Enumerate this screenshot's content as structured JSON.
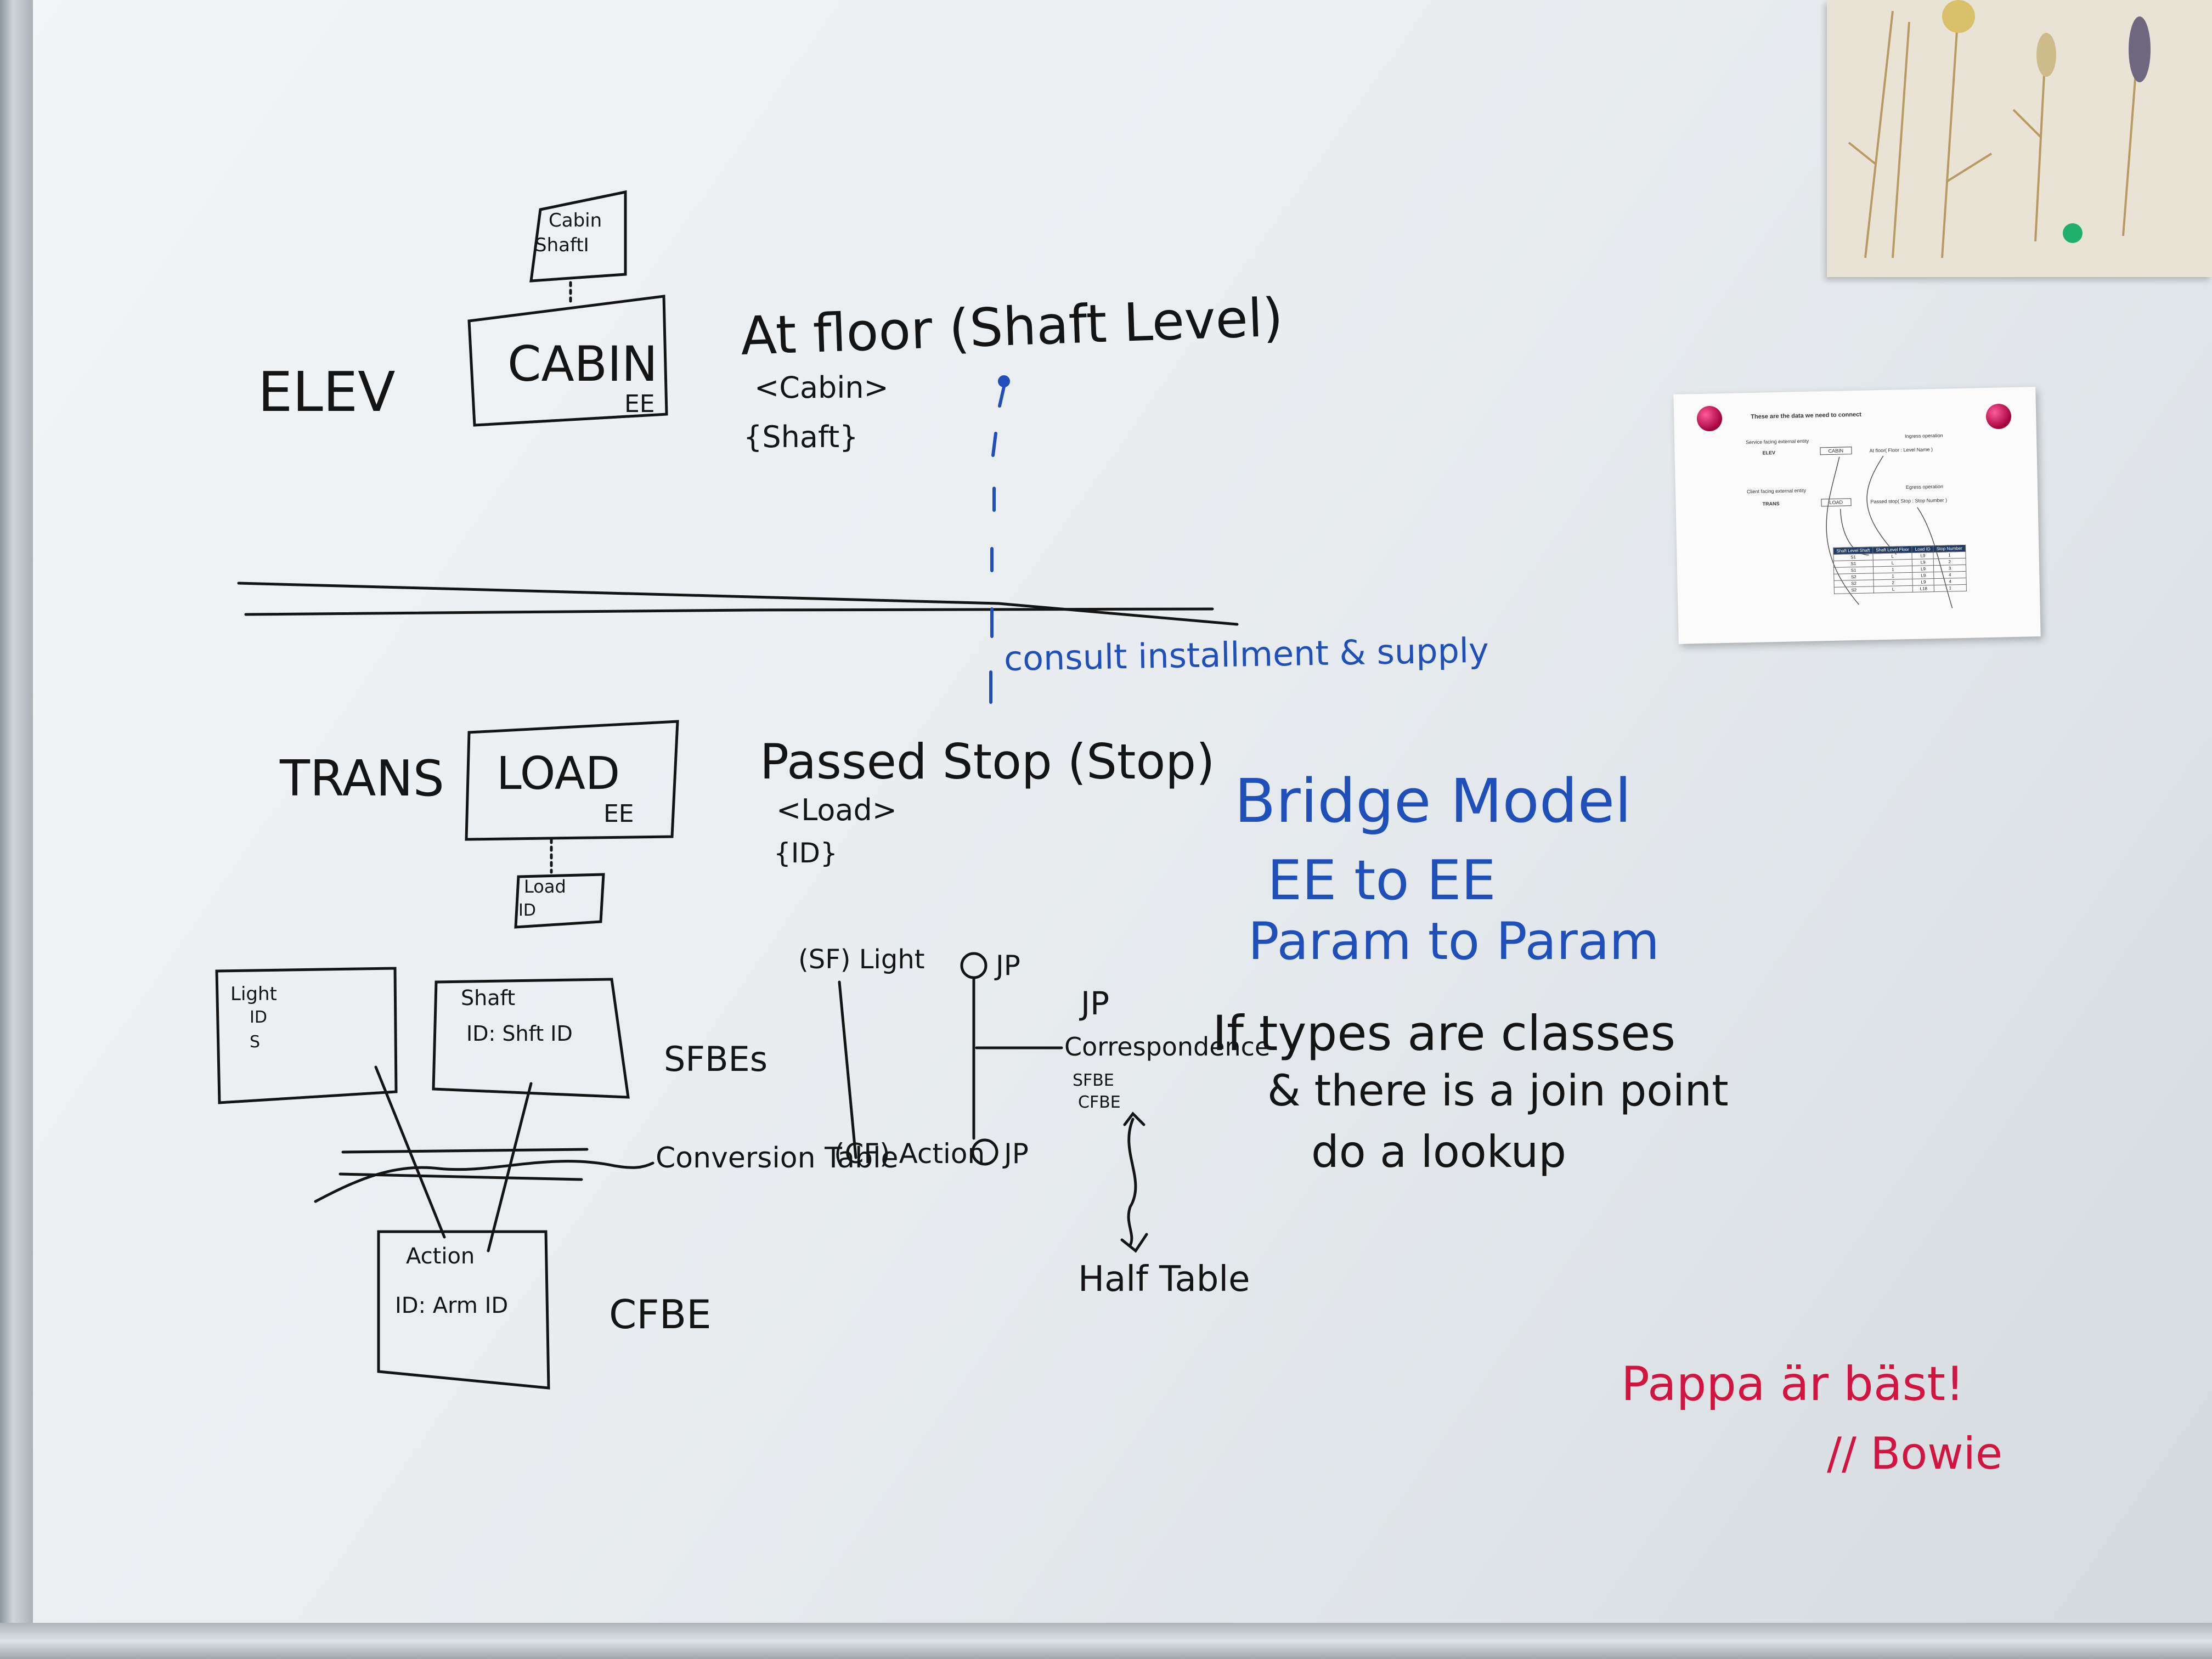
{
  "top": {
    "label": "ELEV",
    "box_label": "CABIN",
    "box_tag": "EE",
    "small_box": [
      "Cabin",
      "ShaftI"
    ],
    "phrase": "At floor (Shaft Level)",
    "arg1": "<Cabin>",
    "arg2": "{Shaft}"
  },
  "bottom": {
    "label": "TRANS",
    "box_label": "LOAD",
    "box_tag": "EE",
    "small_box": [
      "Load",
      "ID"
    ],
    "phrase": "Passed Stop (Stop)",
    "arg1": "<Load>",
    "arg2": "{ID}"
  },
  "sfbe": {
    "light_box": [
      "Light",
      "ID",
      "S"
    ],
    "shaft_box": [
      "Shaft",
      "ID: Shft ID"
    ],
    "label": "SFBEs",
    "conversion": "Conversion Table",
    "action_box": [
      "Action",
      "ID: Arm ID"
    ],
    "cfbe": "CFBE"
  },
  "jp": {
    "sf_light": "(SF) Light",
    "jp_top": "JP",
    "cf_action": "(CF) Action",
    "jp_bottom": "JP",
    "corr1": "JP",
    "corr2": "Correspondence",
    "corr3": "SFBE",
    "corr4": "CFBE",
    "half_table": "Half Table"
  },
  "blue_notes": {
    "consult": "consult installment & supply",
    "line1": "Bridge Model",
    "line2": "EE to EE",
    "line3": "Param to Param"
  },
  "black_note": {
    "line1": "If types are classes",
    "line2": "& there is a join point",
    "line3": "do a lookup"
  },
  "red_note": {
    "line1": "Pappa är bäst!",
    "line2": "// Bowie"
  },
  "printout": {
    "title": "These are the data we need to connect",
    "left_head1": "Service facing external entity",
    "left_elev": "ELEV",
    "left_head2": "Client facing external entity",
    "left_trans": "TRANS",
    "right_head1": "Ingress operation",
    "right_op1": "At floor( Floor : Level Name )",
    "right_head2": "Egress operation",
    "right_op2": "Passed stop( Stop : Stop Number )",
    "box1": "CABIN",
    "box2": "LOAD",
    "table_headers": [
      "Shaft Level Shaft",
      "Shaft Level Floor",
      "Load ID",
      "Stop Number"
    ],
    "table_rows": [
      [
        "S1",
        "L",
        "L9",
        "1"
      ],
      [
        "S1",
        "L",
        "L9",
        "2"
      ],
      [
        "S1",
        "1",
        "L9",
        "3"
      ],
      [
        "S2",
        "1",
        "L9",
        "4"
      ],
      [
        "S2",
        "2",
        "L9",
        "4"
      ],
      [
        "S2",
        "L",
        "L18",
        "1"
      ]
    ]
  },
  "colors": {
    "marker_black": "#141414",
    "marker_blue": "#1f4fb8",
    "marker_red": "#d21540"
  }
}
